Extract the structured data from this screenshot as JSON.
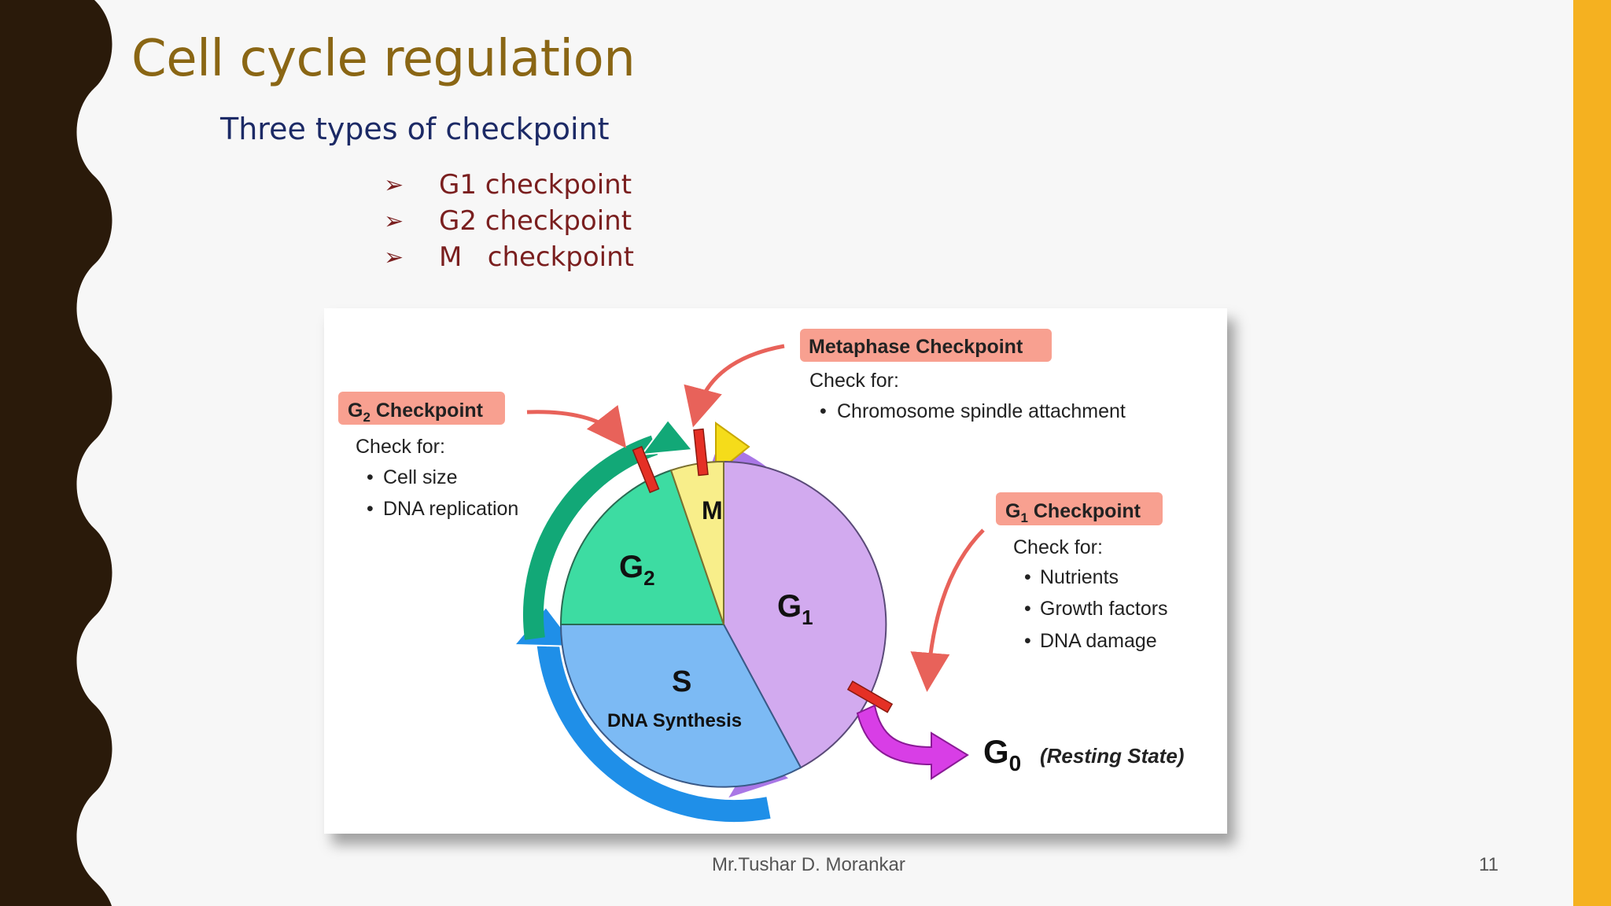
{
  "slide": {
    "title": "Cell cycle regulation",
    "subtitle": "Three types of checkpoint",
    "bullets": [
      {
        "label": "G1 checkpoint"
      },
      {
        "label": "G2 checkpoint"
      },
      {
        "label": "M   checkpoint"
      }
    ],
    "bullet_glyph": "➢",
    "footer": "Mr.Tushar D. Morankar",
    "page_number": "11",
    "colors": {
      "title": "#8a6614",
      "subtitle": "#1c2a66",
      "bullets": "#7a1f1f",
      "left_band": "#2a1a0a",
      "right_band": "#f5b120"
    }
  },
  "diagram": {
    "metaphase": {
      "title": "Metaphase Checkpoint",
      "check_for": "Check for:",
      "items": [
        "Chromosome spindle attachment"
      ]
    },
    "g2": {
      "title_main": "G",
      "title_sub": "2",
      "title_rest": " Checkpoint",
      "check_for": "Check for:",
      "items": [
        "Cell size",
        "DNA replication"
      ]
    },
    "g1": {
      "title_main": "G",
      "title_sub": "1",
      "title_rest": " Checkpoint",
      "check_for": "Check for:",
      "items": [
        "Nutrients",
        "Growth factors",
        "DNA damage"
      ]
    },
    "phases": {
      "m": "M",
      "g2_main": "G",
      "g2_sub": "2",
      "g1_main": "G",
      "g1_sub": "1",
      "s": "S",
      "s_desc": "DNA Synthesis"
    },
    "g0": {
      "main": "G",
      "sub": "0",
      "desc": "(Resting State)"
    },
    "bullet_dot": "•",
    "colors": {
      "g1": "#d2aaef",
      "g2": "#3ddca2",
      "m": "#f8ee8a",
      "s": "#7cbaf4",
      "label_bg": "#f8a090",
      "checkpoint_bar": "#e53025"
    }
  }
}
